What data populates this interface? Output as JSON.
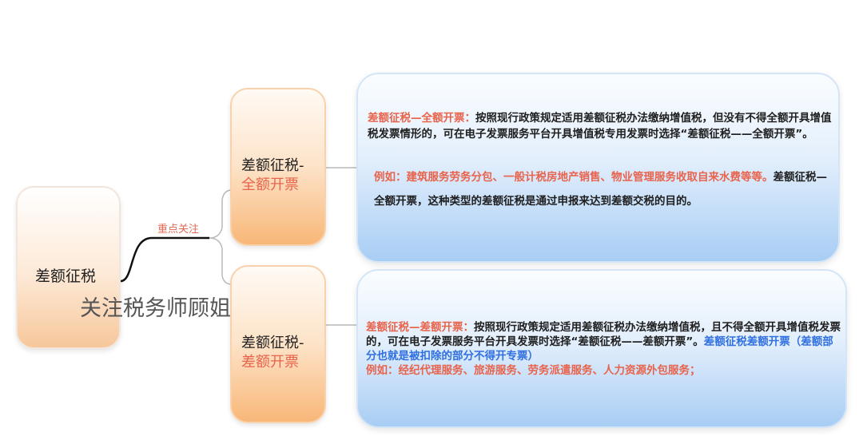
{
  "root": {
    "label": "差额征税"
  },
  "edge_label": "重点关注",
  "watermark": "关注税务师顾姐",
  "branches": [
    {
      "title_line1": "差额征税-",
      "title_line2": "全额开票",
      "detail": {
        "heading": "差额征税—全额开票：",
        "body": "按照现行政策规定适用差额征税办法缴纳增值税，但没有不得全额开具增值税发票情形的，可在电子发票服务平台开具增值税专用发票时选择“差额征税——全额开票”。",
        "example": "例如：建筑服务劳务分包、一般计税房地产销售、物业管理服务收取自来水费等等。",
        "note": "差额征税—全额开票，这种类型的差额征税是通过申报来达到差额交税的目的。"
      }
    },
    {
      "title_line1": "差额征税-",
      "title_line2": "差额开票",
      "detail": {
        "heading": "差额征税—差额开票：",
        "body": "按照现行政策规定适用差额征税办法缴纳增值税，且不得全额开具增值税发票的，可在电子发票服务平台开具发票时选择“差额征税——差额开票”。",
        "note": "差额征税差额开票（差额部分也就是被扣除的部分不得开专票）",
        "example": "例如：经纪代理服务、旅游服务、劳务派遣服务、人力资源外包服务；"
      }
    }
  ],
  "colors": {
    "accent_red": "#e8634c",
    "accent_blue": "#2f6fe0",
    "orange_node": "#f8b778",
    "blue_node": "#a8cdf4"
  }
}
